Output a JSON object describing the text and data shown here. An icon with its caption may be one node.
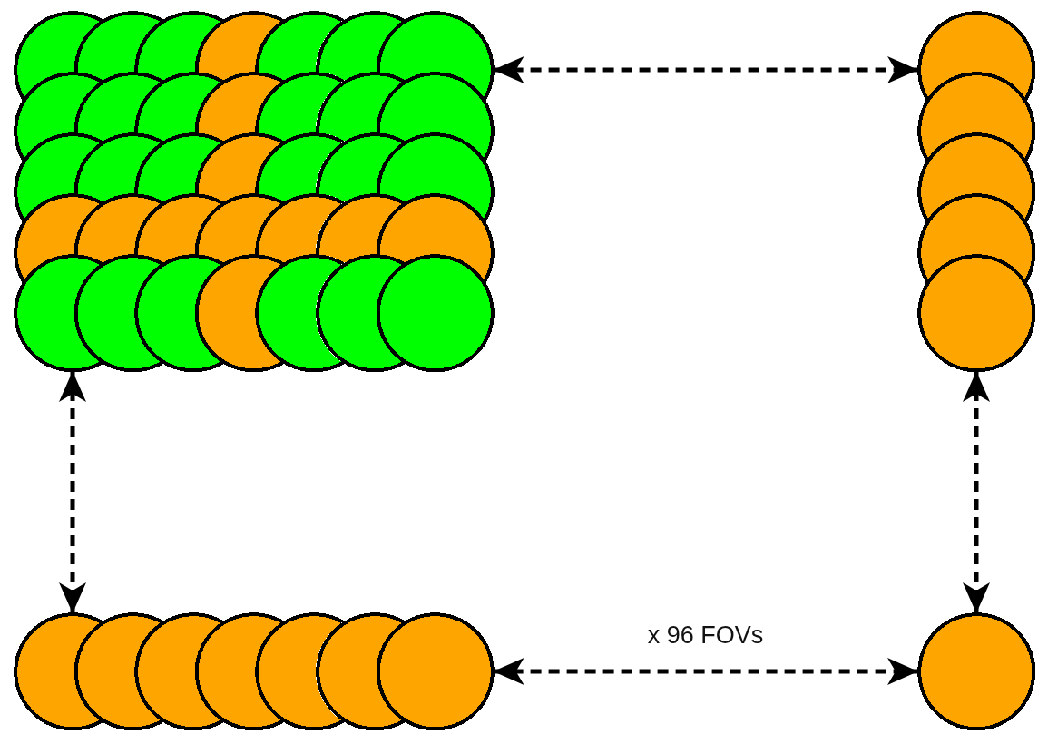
{
  "diagram": {
    "nodes": [
      {
        "text": [],
        "shape": "circle"
      },
      {
        "text": [],
        "shape": "circle"
      },
      {
        "text": [],
        "shape": "circle"
      },
      {
        "text": [],
        "shape": "circle"
      },
      {
        "text": [],
        "shape": "circle"
      },
      {
        "text": [],
        "shape": "circle"
      },
      {
        "text": [],
        "shape": "circle"
      },
      {
        "text": [],
        "shape": "circle"
      },
      {
        "text": [],
        "shape": "circle"
      },
      {
        "text": [],
        "shape": "circle"
      },
      {
        "text": [],
        "shape": "circle"
      },
      {
        "text": [],
        "shape": "circle"
      },
      {
        "text": [],
        "shape": "circle"
      },
      {
        "text": [],
        "shape": "circle"
      },
      {
        "text": [],
        "shape": "circle"
      },
      {
        "text": [],
        "shape": "circle"
      },
      {
        "text": [],
        "shape": "circle"
      },
      {
        "text": [],
        "shape": "circle"
      },
      {
        "text": [],
        "shape": "circle"
      },
      {
        "text": [],
        "shape": "circle"
      },
      {
        "text": [],
        "shape": "circle"
      },
      {
        "text": [],
        "shape": "circle"
      },
      {
        "text": [],
        "shape": "circle"
      },
      {
        "text": [],
        "shape": "circle"
      },
      {
        "text": [],
        "shape": "circle"
      },
      {
        "text": [],
        "shape": "circle"
      },
      {
        "text": [],
        "shape": "circle"
      },
      {
        "text": [],
        "shape": "circle"
      },
      {
        "text": [],
        "shape": "circle"
      },
      {
        "text": [],
        "shape": "circle"
      },
      {
        "text": [],
        "shape": "circle"
      },
      {
        "text": [],
        "shape": "circle"
      },
      {
        "text": [],
        "shape": "circle"
      },
      {
        "text": [],
        "shape": "circle"
      },
      {
        "text": [],
        "shape": "circle"
      },
      {
        "text": [],
        "shape": "circle"
      },
      {
        "text": [],
        "shape": "circle"
      },
      {
        "text": [],
        "shape": "circle"
      },
      {
        "text": [],
        "shape": "circle"
      },
      {
        "text": [],
        "shape": "circle"
      },
      {
        "text": [],
        "shape": "circle"
      },
      {
        "text": [],
        "shape": "circle"
      },
      {
        "text": [],
        "shape": "circle"
      },
      {
        "text": [],
        "shape": "circle"
      },
      {
        "text": [],
        "shape": "circle"
      },
      {
        "text": [],
        "shape": "circle"
      },
      {
        "text": [],
        "shape": "circle"
      },
      {
        "text": [],
        "shape": "circle"
      }
    ],
    "edges": [
      {
        "from": 6,
        "to": 35,
        "arrow": "both",
        "style": "dashed"
      },
      {
        "from": 28,
        "to": 40,
        "arrow": "both",
        "style": "dashed"
      },
      {
        "from": 39,
        "to": 47,
        "arrow": "both",
        "style": "dashed"
      },
      {
        "from": 46,
        "to": 47,
        "arrow": "both",
        "style": "dashed",
        "label": "x 96 FOVs"
      }
    ]
  }
}
